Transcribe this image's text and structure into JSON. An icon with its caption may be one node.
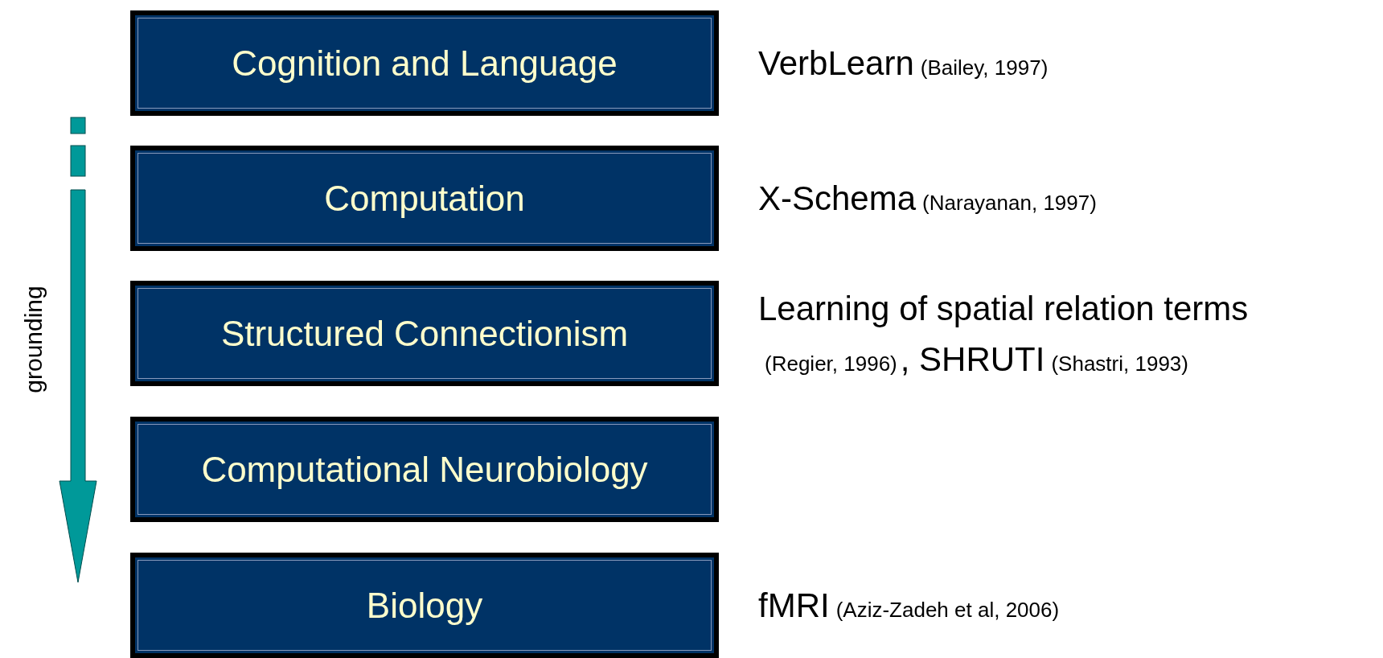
{
  "diagram": {
    "nodes": [
      {
        "text": [
          "Cognition and Language"
        ],
        "beside": [
          "VerbLearn",
          "(Bailey, 1997)"
        ]
      },
      {
        "text": [
          "Computation"
        ],
        "beside": [
          "X-Schema",
          "(Narayanan, 1997)"
        ]
      },
      {
        "text": [
          "Structured Connectionism"
        ],
        "beside": [
          "Learning of spatial relation terms",
          "(Regier, 1996)",
          ", SHRUTI",
          "(Shastri, 1993)"
        ]
      },
      {
        "text": [
          "Computational Neurobiology"
        ]
      },
      {
        "text": [
          "Biology"
        ],
        "beside": [
          "fMRI",
          "(Aziz-Zadeh et al, 2006)"
        ]
      }
    ],
    "labels": [
      "grounding"
    ]
  }
}
